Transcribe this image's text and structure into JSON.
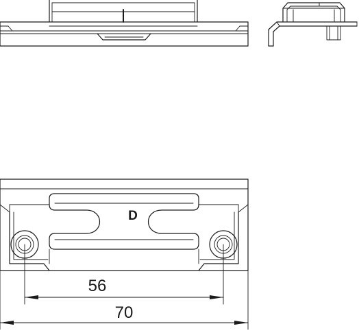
{
  "part_marking": "D",
  "dimensions": {
    "hole_spacing": "56",
    "overall_length": "70"
  },
  "colors": {
    "line": "#1a1a1a",
    "background": "#ffffff"
  }
}
